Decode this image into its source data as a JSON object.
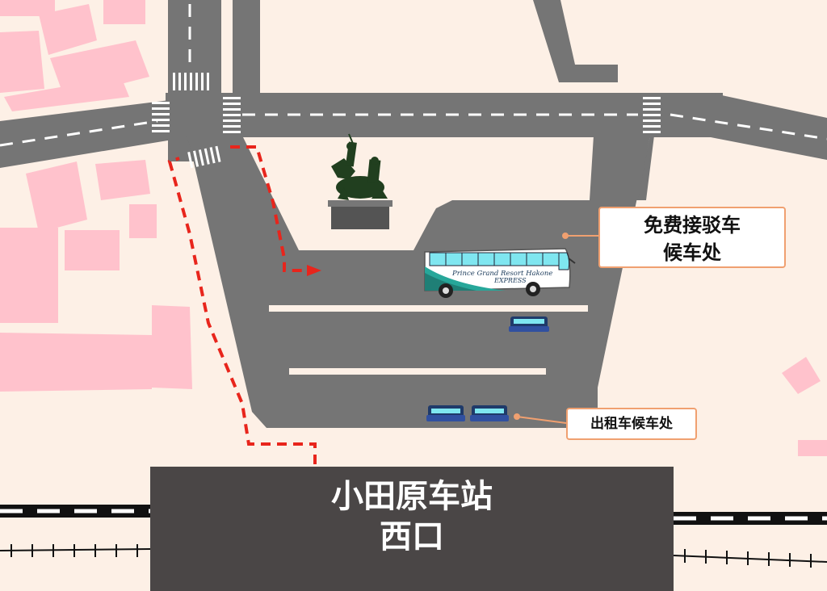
{
  "bus_stop": {
    "line1": "免费接驳车",
    "line2": "候车处"
  },
  "taxi_stop": {
    "label": "出租车候车处"
  },
  "station": {
    "line1": "小田原车站",
    "line2": "西口"
  },
  "bus": {
    "brand": "Prince Grand Resort Hakone",
    "service": "EXPRESS"
  },
  "colors": {
    "background": "#fdf0e6",
    "road": "#757575",
    "building": "#ffc2cc",
    "route": "#e8251c",
    "station": "#4a4646",
    "label_border": "#f0a070",
    "bus_accent": "#27a79a",
    "taxi_light": "#7fe6f0"
  }
}
